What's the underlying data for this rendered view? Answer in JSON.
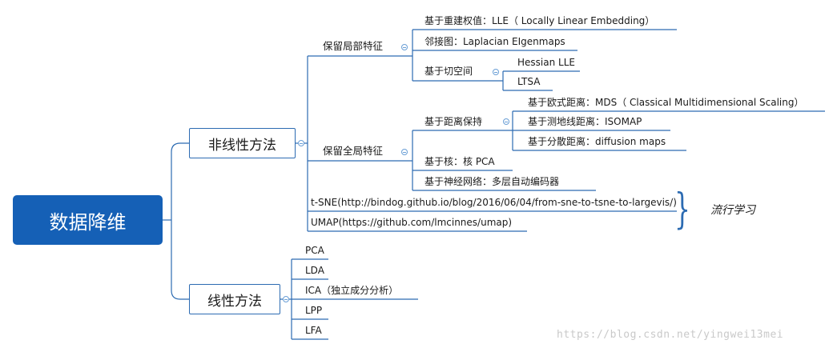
{
  "root": {
    "label": "数据降维"
  },
  "nonlinear": {
    "label": "非线性方法",
    "local": {
      "label": "保留局部特征",
      "lle": "基于重建权值：LLE（ Locally Linear Embedding）",
      "laplacian": "邻接图：Laplacian EIgenmaps",
      "tangent": {
        "label": "基于切空间",
        "hessian": "Hessian LLE",
        "ltsa": "LTSA"
      }
    },
    "global": {
      "label": "保留全局特征",
      "distance": {
        "label": "基于距离保持",
        "mds": "基于欧式距离：MDS（ Classical Multidimensional Scaling）",
        "isomap": "基于测地线距离：ISOMAP",
        "diffusion": "基于分散距离：diffusion maps"
      },
      "kernel": "基于核：核 PCA",
      "neural": "基于神经网络：多层自动编码器"
    },
    "tsne": "t-SNE(http://bindog.github.io/blog/2016/06/04/from-sne-to-tsne-to-largevis/)",
    "umap": "UMAP(https://github.com/lmcinnes/umap)",
    "manifold_note": "流行学习"
  },
  "linear": {
    "label": "线性方法",
    "items": [
      "PCA",
      "LDA",
      "ICA（独立成分分析）",
      "LPP",
      "LFA"
    ]
  },
  "watermark": "https://blog.csdn.net/yingwei13mei",
  "colors": {
    "root_fill": "#1560b6",
    "line": "#2c6bb2",
    "toggle": "#6a9fd6"
  }
}
